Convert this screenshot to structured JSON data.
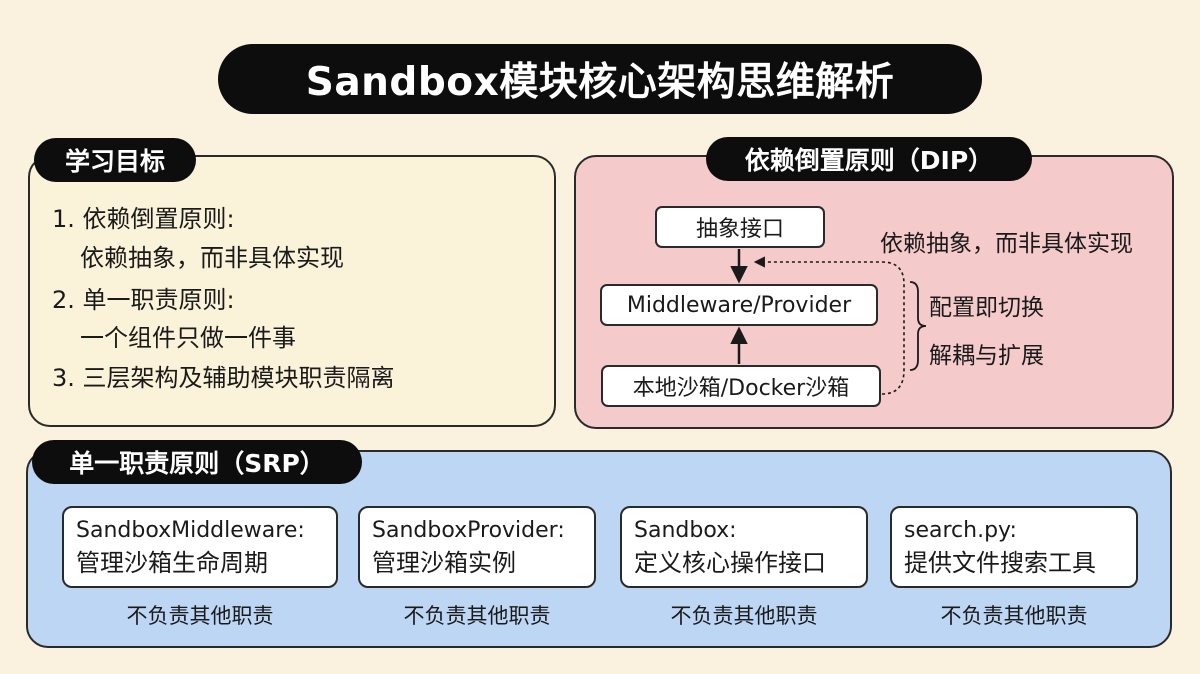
{
  "title": "Sandbox模块核心架构思维解析",
  "goals": {
    "label": "学习目标",
    "lines": [
      "1. 依赖倒置原则:",
      "依赖抽象，而非具体实现",
      "2. 单一职责原则:",
      "一个组件只做一件事",
      "3. 三层架构及辅助模块职责隔离"
    ]
  },
  "dip": {
    "label": "依赖倒置原则（DIP）",
    "box_top": "抽象接口",
    "box_mid": "Middleware/Provider",
    "box_bottom": "本地沙箱/Docker沙箱",
    "text_1": "依赖抽象，而非具体实现",
    "text_2": "配置即切换",
    "text_3": "解耦与扩展"
  },
  "srp": {
    "label": "单一职责原则（SRP）",
    "cards": [
      {
        "name": "SandboxMiddleware:",
        "desc": "管理沙箱生命周期",
        "note": "不负责其他职责"
      },
      {
        "name": "SandboxProvider:",
        "desc": "管理沙箱实例",
        "note": "不负责其他职责"
      },
      {
        "name": "Sandbox:",
        "desc": "定义核心操作接口",
        "note": "不负责其他职责"
      },
      {
        "name": "search.py:",
        "desc": "提供文件搜索工具",
        "note": "不负责其他职责"
      }
    ]
  }
}
